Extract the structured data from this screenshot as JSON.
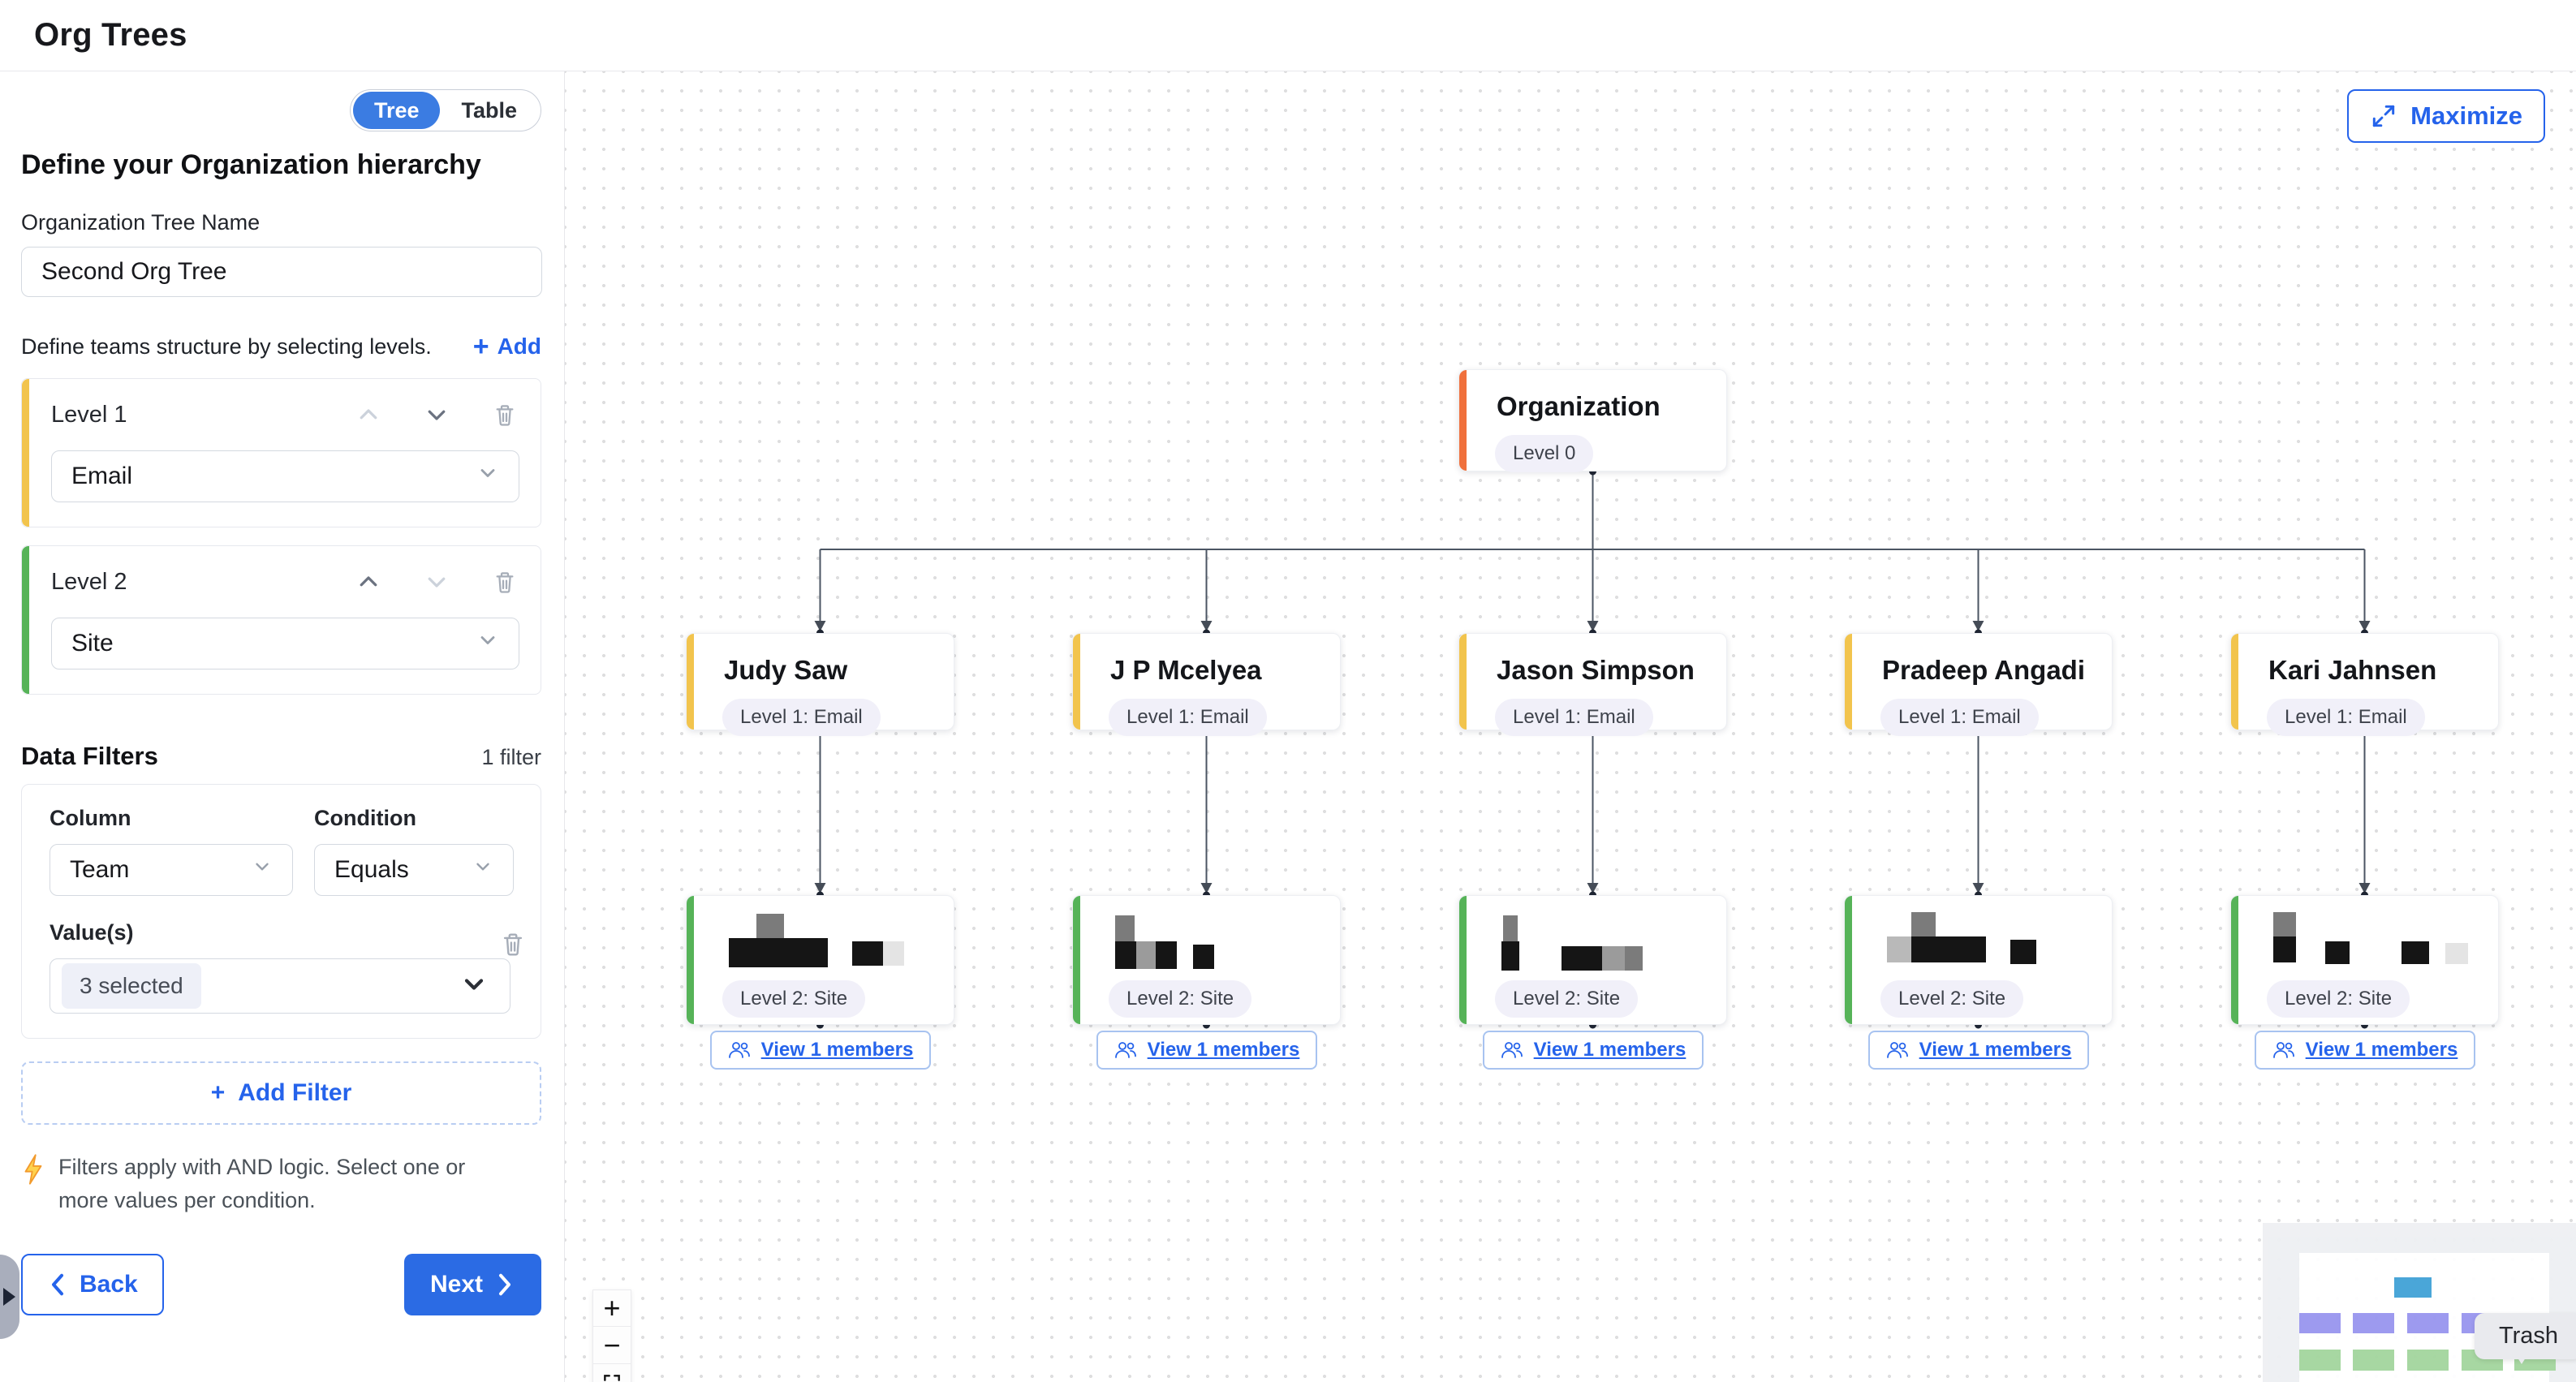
{
  "header": {
    "title": "Org Trees"
  },
  "sidebar": {
    "view_toggle": {
      "options": [
        "Tree",
        "Table"
      ],
      "selected": "Tree"
    },
    "heading": "Define your Organization hierarchy",
    "tree_name": {
      "label": "Organization Tree Name",
      "value": "Second Org Tree"
    },
    "levels_section": {
      "hint": "Define teams structure by selecting levels.",
      "add_label": "Add",
      "plus": "+"
    },
    "levels": [
      {
        "label": "Level 1",
        "value": "Email",
        "accent": "#f2c44d",
        "up_enabled": false,
        "down_enabled": true
      },
      {
        "label": "Level 2",
        "value": "Site",
        "accent": "#56b358",
        "up_enabled": true,
        "down_enabled": false
      }
    ],
    "filters_section": {
      "title": "Data Filters",
      "count_label": "1 filter",
      "column_label": "Column",
      "condition_label": "Condition",
      "values_label": "Value(s)",
      "add_filter_label": "Add Filter",
      "plus": "+",
      "note": "Filters apply with AND logic. Select one or more values per condition."
    },
    "filters": [
      {
        "column": "Team",
        "condition": "Equals",
        "values": "3 selected"
      }
    ],
    "back_label": "Back",
    "next_label": "Next"
  },
  "canvas": {
    "maximize_label": "Maximize",
    "zoom_controls": {
      "zoom_in": "+",
      "zoom_out": "−"
    },
    "trash_tooltip": "Trash",
    "tree": {
      "root": {
        "title": "Organization",
        "badge": "Level 0",
        "accent": "#f0703c"
      },
      "level1_badge": "Level 1: Email",
      "level2_badge": "Level 2: Site",
      "level1_accent": "#f2c44d",
      "level2_accent": "#56b358",
      "members_label": "View 1 members",
      "redact_colors": {
        "k": "#151515",
        "g": "#7b7b7b",
        "m": "#9b9b9b",
        "l": "#e4e4e4",
        "b": "#b9b9b9"
      },
      "children": [
        {
          "name": "Judy Saw",
          "blocks": [
            [
              34,
              2,
              34,
              30,
              "g"
            ],
            [
              0,
              32,
              122,
              36,
              "k"
            ],
            [
              152,
              36,
              38,
              30,
              "k"
            ],
            [
              190,
              36,
              26,
              30,
              "l"
            ]
          ]
        },
        {
          "name": "J P Mcelyea",
          "blocks": [
            [
              0,
              4,
              24,
              32,
              "g"
            ],
            [
              0,
              36,
              26,
              34,
              "k"
            ],
            [
              26,
              36,
              24,
              34,
              "m"
            ],
            [
              50,
              36,
              26,
              34,
              "k"
            ],
            [
              96,
              40,
              26,
              30,
              "k"
            ]
          ]
        },
        {
          "name": "Jason Simpson",
          "blocks": [
            [
              2,
              4,
              18,
              32,
              "g"
            ],
            [
              0,
              36,
              22,
              36,
              "k"
            ],
            [
              74,
              42,
              50,
              30,
              "k"
            ],
            [
              124,
              42,
              28,
              30,
              "m"
            ],
            [
              152,
              42,
              22,
              30,
              "g"
            ]
          ]
        },
        {
          "name": "Pradeep Angadi",
          "blocks": [
            [
              30,
              0,
              30,
              30,
              "g"
            ],
            [
              0,
              30,
              30,
              32,
              "b"
            ],
            [
              30,
              30,
              92,
              32,
              "k"
            ],
            [
              152,
              34,
              32,
              30,
              "k"
            ]
          ]
        },
        {
          "name": "Kari Jahnsen",
          "blocks": [
            [
              0,
              0,
              28,
              30,
              "g"
            ],
            [
              0,
              30,
              28,
              32,
              "k"
            ],
            [
              64,
              36,
              30,
              28,
              "k"
            ],
            [
              158,
              36,
              34,
              28,
              "k"
            ],
            [
              212,
              38,
              28,
              26,
              "l"
            ]
          ]
        }
      ]
    },
    "minimap": {
      "root_color": "#45a4d7",
      "level1_color": "#9a97ef",
      "level2_color": "#a5d6a0"
    }
  },
  "colors": {
    "primary_blue": "#2563eb",
    "toggle_blue": "#3b7ce2",
    "connector": "#4b5563",
    "connector_dot": "#1f2633",
    "arrow": "#454c57"
  }
}
